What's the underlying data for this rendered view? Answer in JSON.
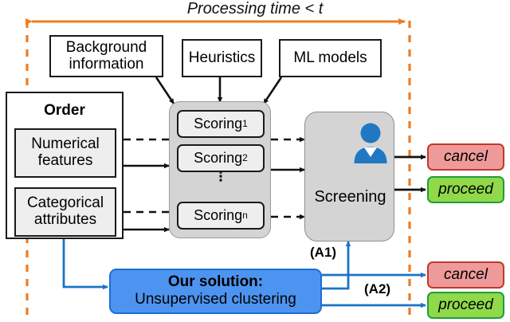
{
  "figure": {
    "title": "Processing time < t",
    "timing_arrow_color": "#ef7d22",
    "boundary_line_color": "#ef7d22",
    "solution_color": "#4d94f0",
    "cancel_color": "#ef9a9a",
    "proceed_color": "#8fd94a",
    "person_icon_color": "#1f78c1"
  },
  "inputs": {
    "background_information": "Background\ninformation",
    "background_information_line1": "Background",
    "background_information_line2": "information",
    "heuristics": "Heuristics",
    "ml_models": "ML models"
  },
  "order": {
    "title": "Order",
    "numerical_line1": "Numerical",
    "numerical_line2": "features",
    "categorical_line1": "Categorical",
    "categorical_line2": "attributes"
  },
  "scoring": {
    "items": [
      {
        "label": "Scoring",
        "sub": "1"
      },
      {
        "label": "Scoring",
        "sub": "2"
      },
      {
        "label": "Scoring",
        "sub": "n"
      }
    ],
    "ellipsis": "⋮"
  },
  "screening": {
    "label": "Screening",
    "icon": "person-icon"
  },
  "decisions_top": {
    "cancel": "cancel",
    "proceed": "proceed"
  },
  "decisions_bottom": {
    "cancel": "cancel",
    "proceed": "proceed"
  },
  "solution": {
    "line1": "Our solution:",
    "line2": "Unsupervised clustering"
  },
  "annotations": {
    "a1": "(A1)",
    "a2": "(A2)"
  }
}
